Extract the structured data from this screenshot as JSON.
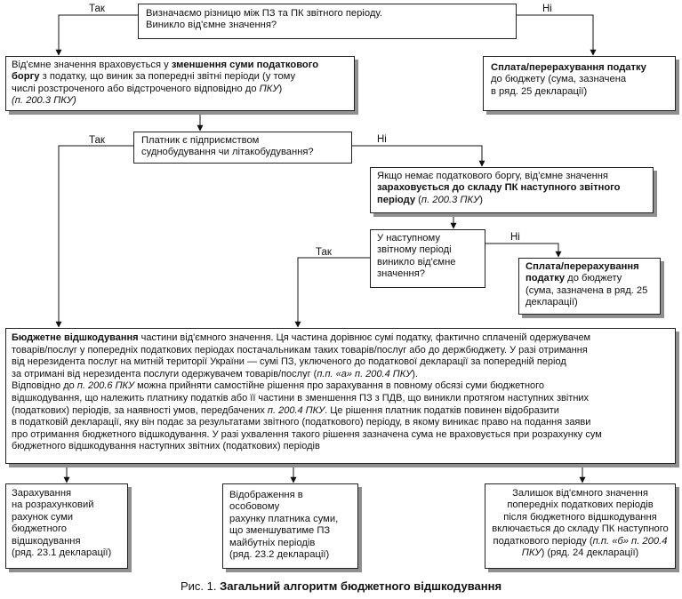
{
  "labels": {
    "yes": "Так",
    "no": "Ні"
  },
  "q1": {
    "line1": "Визначаємо різницю між ПЗ та ПК звітного періоду.",
    "line2": "Виникло від'ємне значення?"
  },
  "reduce": {
    "t1": "Від'ємне значення враховується у ",
    "b1": "зменшення суми податкового",
    "b2": "боргу",
    "t2": " з податку, що виник за попередні звітні періоди (у тому",
    "t3": "числі розстроченого або відстроченого відповідно до ",
    "i1": "ПКУ",
    "t4": ")",
    "i2": "(п. 200.3 ПКУ)"
  },
  "payTop": {
    "b1": "Сплата/перерахування податку",
    "t1": "до бюджету (сума, зазначена",
    "t2": "в ряд. 25 декларації)"
  },
  "q2": {
    "line1": "Платник є підприємством",
    "line2": "суднобудування чи літакобудування?"
  },
  "credit": {
    "t1": "Якщо немає податкового боргу, від'ємне значення",
    "b1": "зараховується до складу ПК наступного звітного",
    "b2": "періоду",
    "t2": " (",
    "i1": "п. 200.3 ПКУ",
    "t3": ")"
  },
  "q3": {
    "line1": "У наступному",
    "line2": "звітному періоді",
    "line3": "виникло від'ємне",
    "line4": "значення?"
  },
  "payMid": {
    "b1": "Сплата/перерахування",
    "b2": "податку",
    "t1": " до бюджету",
    "t2": "(сума, зазначена в ряд. 25",
    "t3": "декларації)"
  },
  "refund": {
    "b1": "Бюджетне відшкодування",
    "t1": " частини від'ємного значення. Ця частина дорівнює сумі податку, фактично сплаченій одержувачем",
    "t2": "товарів/послуг у попередніх податкових періодах постачальникам таких товарів/послуг або до держбюджету. У разі отримання",
    "t3": "від нерезидента послуг на митній території України — сумі ПЗ, уключеного до податкової декларації за попередній період",
    "t4": "за отримані від нерезидента послуги одержувачем товарів/послуг (",
    "i1": "п.п. «а» п. 200.4 ПКУ",
    "t5": ").",
    "t6": "Відповідно до ",
    "i2": "п. 200.6 ПКУ",
    "t7": " можна прийняти самостійне рішення про зарахування в повному обсязі суми бюджетного",
    "t8": "відшкодування, що належить платнику податків або її частини в зменшення ПЗ з ПДВ, що виникли протягом наступних звітних",
    "t9": "(податкових) періодів, за наявності умов, передбачених ",
    "i3": "п. 200.4 ПКУ",
    "t10": ". Це рішення платник податків повинен відобразити",
    "t11": "в податковій декларації, яку він подає за результатами звітного (податкового) періоду, в якому виникає право на подання заяви",
    "t12": "про отримання бюджетного відшкодування. У разі ухвалення такого рішення зазначена сума не враховується при розрахунку сум",
    "t13": "бюджетного відшкодування наступних звітних (податкових) періодів"
  },
  "out1": {
    "l1": "Зарахування",
    "l2": "на розрахунковий",
    "l3": "рахунок суми",
    "l4": "бюджетного",
    "l5": "відшкодування",
    "l6": "(ряд. 23.1 декларації)"
  },
  "out2": {
    "l1": "Відображення в особовому",
    "l2": "рахунку платника суми,",
    "l3": "що зменшуватиме ПЗ",
    "l4": "майбутніх періодів",
    "l5": "(ряд. 23.2 декларації)"
  },
  "out3": {
    "l1": "Залишок від'ємного значення",
    "l2": "попередніх податкових періодів",
    "l3": "після бюджетного відшкодування",
    "l4": "включається до складу ПК наступного",
    "l5": "податкового періоду (",
    "i1": "п.п. «б» п. 200.4",
    "i2": "ПКУ",
    "l6": ") (ряд. 24 декларації)"
  },
  "caption": {
    "prefix": "Рис. 1. ",
    "title": "Загальний алгоритм бюджетного відшкодування"
  }
}
